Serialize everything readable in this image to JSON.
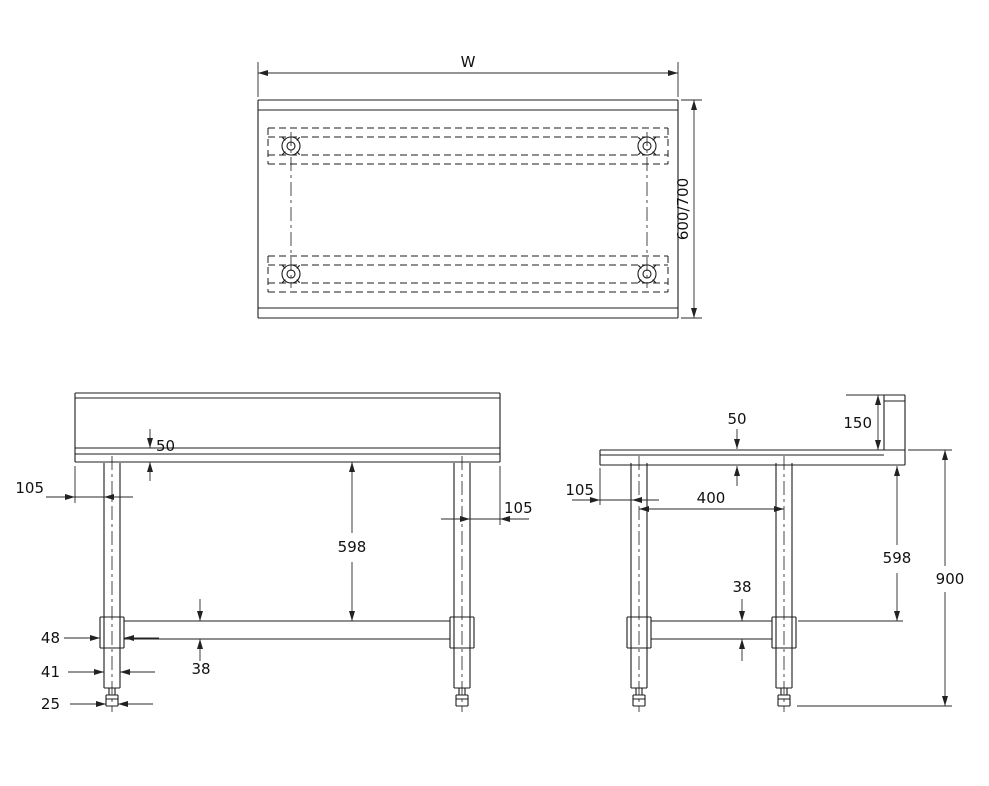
{
  "drawing": {
    "top_view": {
      "width_label": "W",
      "depth_label": "600/700"
    },
    "front_view": {
      "overhang_left": "105",
      "edge_height": "50",
      "leg_length": "598",
      "overhang_right": "105",
      "collar_width": "48",
      "leg_width": "41",
      "foot_width": "25",
      "shelf_thickness": "38"
    },
    "side_view": {
      "edge_height": "50",
      "splash_height": "150",
      "overhang": "105",
      "leg_spacing": "400",
      "shelf_thickness": "38",
      "leg_length": "598",
      "total_height": "900"
    }
  }
}
